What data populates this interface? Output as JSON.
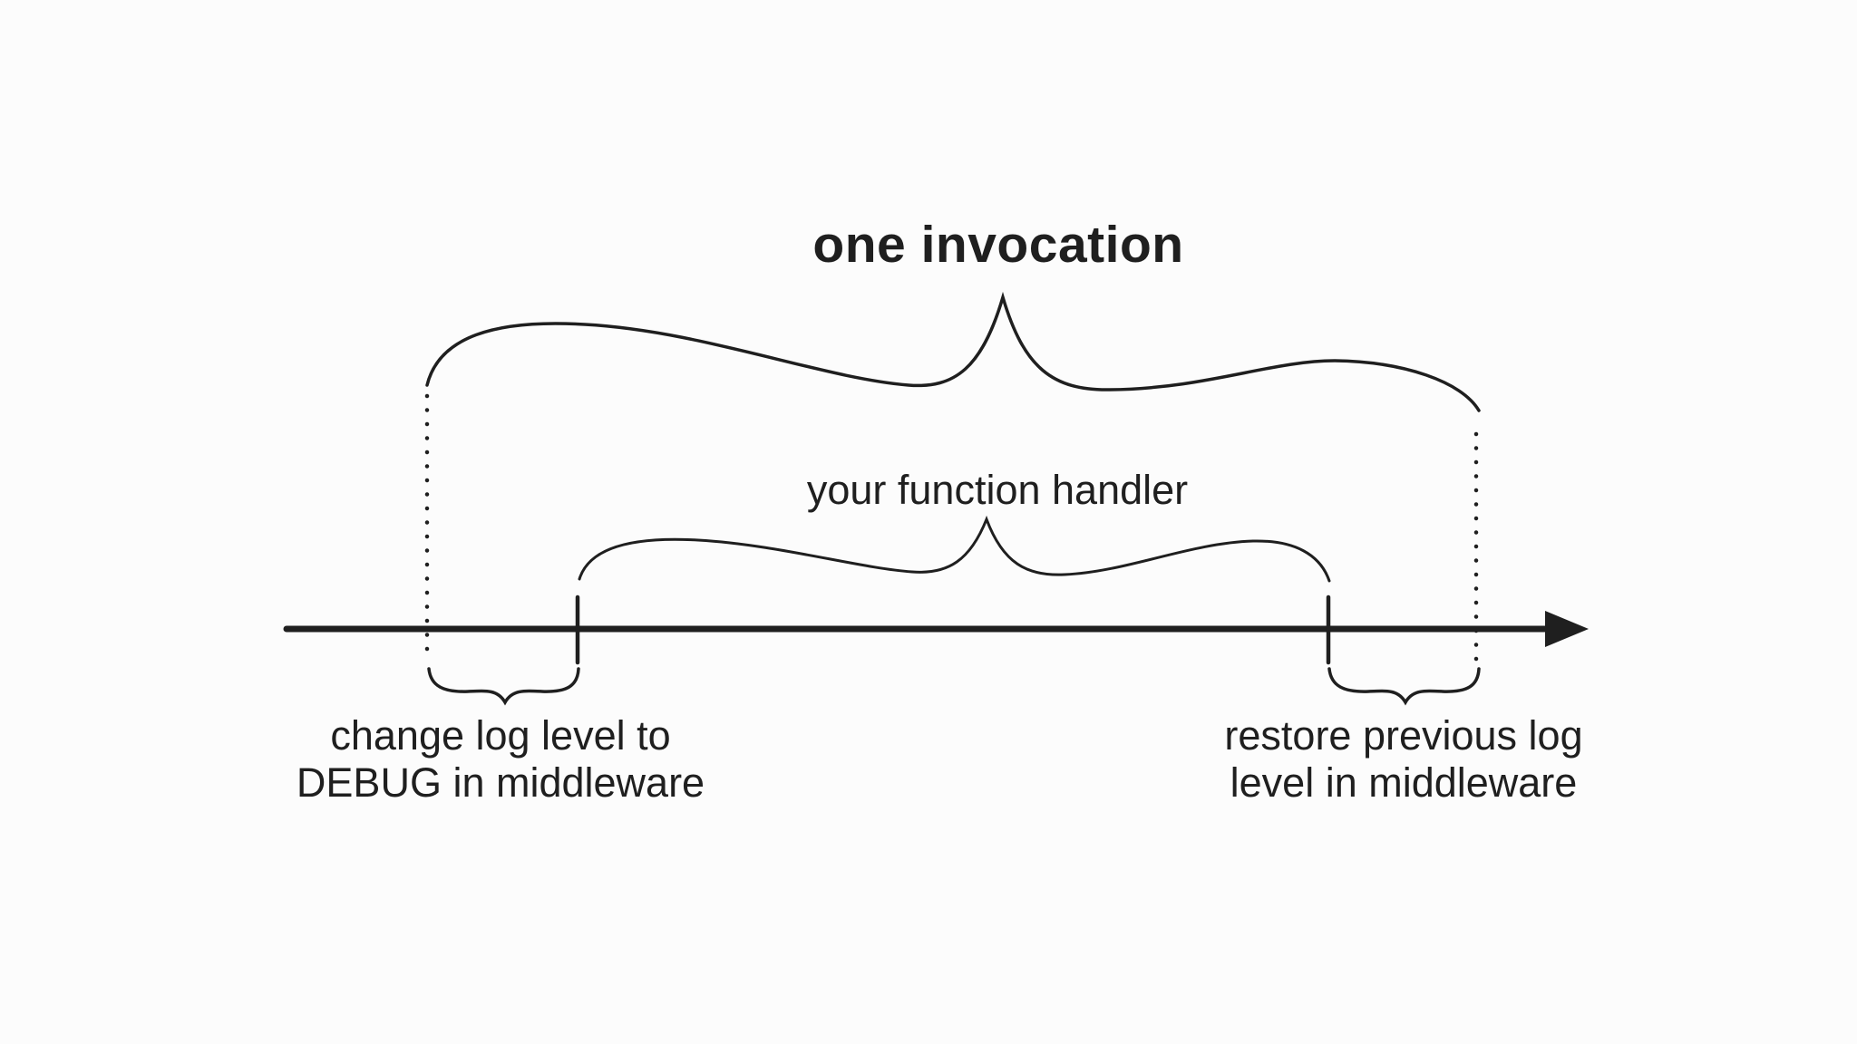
{
  "diagram": {
    "title": "one invocation",
    "handler_label": "your function handler",
    "left_annotation": {
      "line1": "change log level to",
      "line2": "DEBUG in middleware"
    },
    "right_annotation": {
      "line1": "restore previous log",
      "line2": "level in middleware"
    },
    "colors": {
      "ink": "#1f1f1f",
      "background": "#fcfcfc"
    }
  }
}
